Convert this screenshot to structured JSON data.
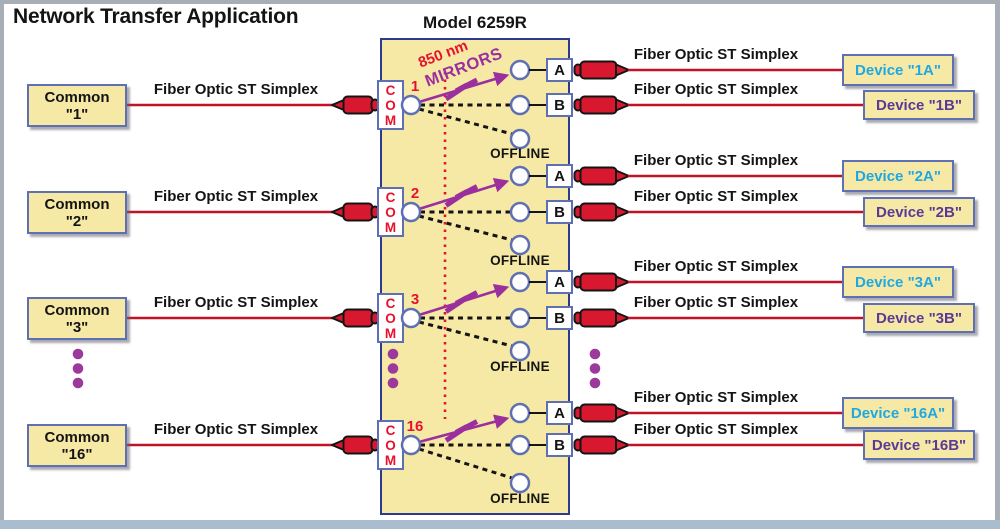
{
  "title": "Network Transfer Application",
  "model": {
    "title": "Model 6259R",
    "com_label": "COM",
    "port_a_label": "A",
    "port_b_label": "B",
    "offline_label": "OFFLINE",
    "mirror_wavelength": "850 nm",
    "mirror_label": "MIRRORS"
  },
  "fiber_label": "Fiber Optic ST Simplex",
  "groups": [
    {
      "number": "1",
      "common_line1": "Common",
      "common_line2": "\"1\"",
      "device_a": "Device \"1A\"",
      "device_b": "Device \"1B\""
    },
    {
      "number": "2",
      "common_line1": "Common",
      "common_line2": "\"2\"",
      "device_a": "Device \"2A\"",
      "device_b": "Device \"2B\""
    },
    {
      "number": "3",
      "common_line1": "Common",
      "common_line2": "\"3\"",
      "device_a": "Device \"3A\"",
      "device_b": "Device \"3B\""
    },
    {
      "number": "16",
      "common_line1": "Common",
      "common_line2": "\"16\"",
      "device_a": "Device \"16A\"",
      "device_b": "Device \"16B\""
    }
  ],
  "colors": {
    "fiber_red": "#c01325",
    "connector_red": "#d8182f",
    "mirror_purple": "#9c2f9e",
    "device_a_text": "#1fa8e1",
    "device_b_text": "#5a3a96",
    "com_red": "#e8112d",
    "box_fill": "#f6e9a6",
    "box_border": "#5e6fb2",
    "model_border": "#2c3b90"
  }
}
